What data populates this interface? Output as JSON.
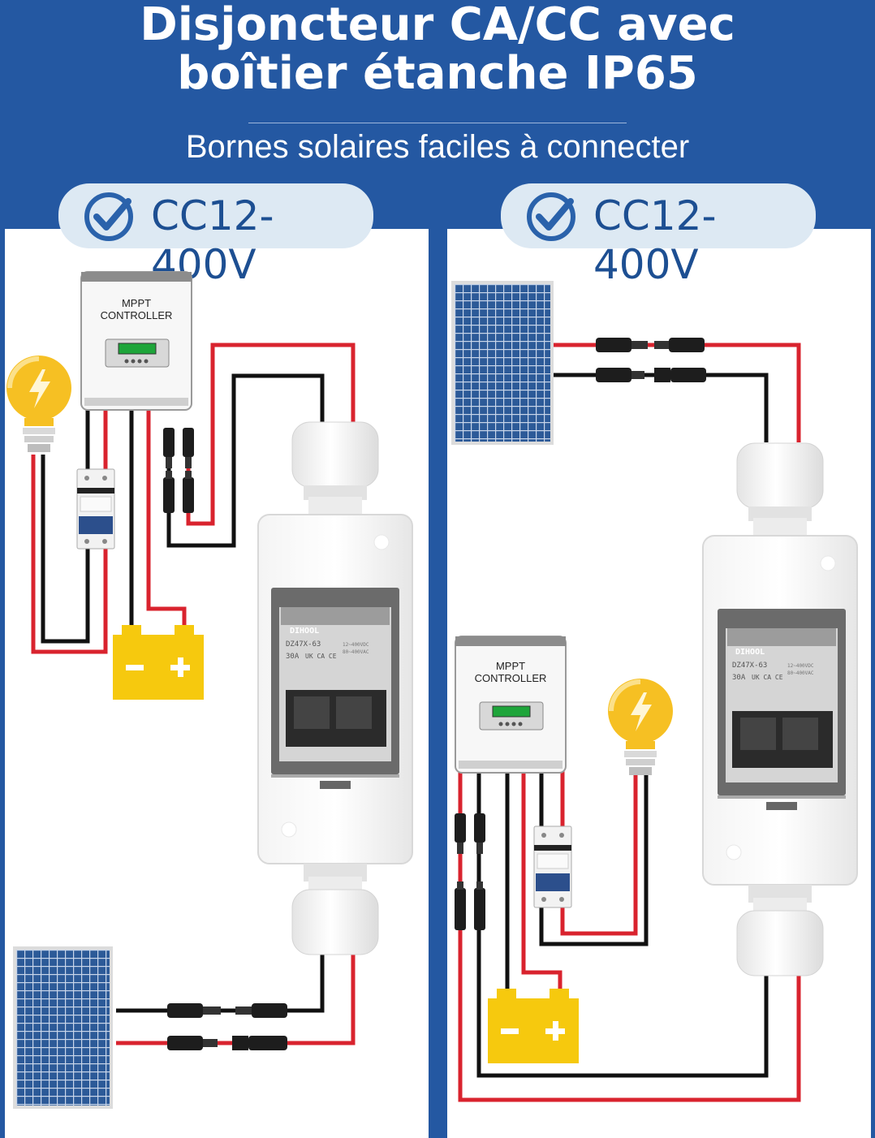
{
  "header": {
    "title_line1": "Disjoncteur CA/CC avec",
    "title_line2": "boîtier étanche IP65",
    "subtitle": "Bornes solaires faciles à connecter"
  },
  "panels": [
    {
      "badge": "CC12-400V",
      "controller_line1": "MPPT",
      "controller_line2": "CONTROLLER"
    },
    {
      "badge": "CC12-400V",
      "controller_line1": "MPPT",
      "controller_line2": "CONTROLLER"
    }
  ],
  "breaker": {
    "brand": "DIHOOL",
    "model": "DZ47X-63",
    "rating": "30A",
    "marks": "UK CA CE",
    "spec1": "12~400VDC",
    "spec2": "80~400VAC"
  },
  "colors": {
    "background": "#2458a2",
    "panel": "#ffffff",
    "badge": "#dde9f3",
    "badge_text": "#1d4f92",
    "wire_positive": "#d9232e",
    "wire_negative": "#111111",
    "battery": "#f6c90e",
    "bulb": "#f6c023",
    "solar_cell": "#2c5a98"
  },
  "icons": [
    "check-circle-icon",
    "light-bulb-icon",
    "battery-icon",
    "solar-panel-icon",
    "mc4-connector-icon",
    "mini-breaker-icon",
    "mppt-controller-icon",
    "enclosure-icon"
  ]
}
